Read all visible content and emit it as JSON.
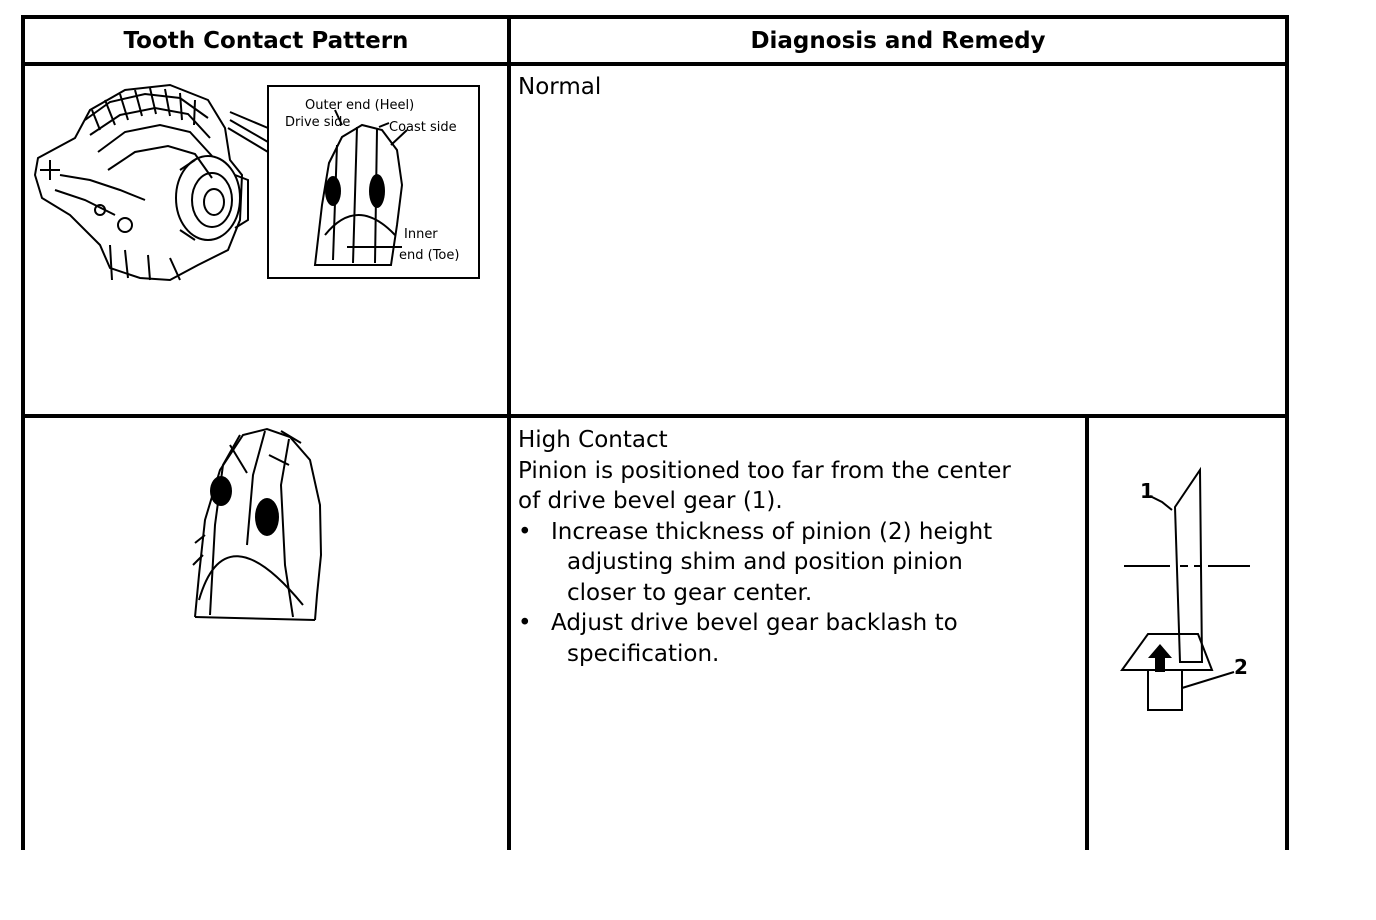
{
  "table": {
    "headers": [
      "Tooth Contact Pattern",
      "Diagnosis and Remedy"
    ],
    "rows": [
      {
        "diagnosis": "Normal",
        "illustration_labels": {
          "outer_end": "Outer end (Heel)",
          "drive_side": "Drive side",
          "coast_side": "Coast side",
          "inner": "Inner",
          "end_toe": "end (Toe)"
        }
      },
      {
        "diagnosis": "High Contact",
        "explanation_line1": "Pinion is positioned too far from the center",
        "explanation_line2": "of drive bevel gear (1).",
        "remedies": [
          {
            "line1": "Increase thickness of pinion (2) height",
            "line2": "adjusting shim and position pinion",
            "line3": "closer to gear center."
          },
          {
            "line1": "Adjust drive bevel gear backlash to",
            "line2": "specification."
          }
        ],
        "callouts": [
          "1",
          "2"
        ]
      }
    ]
  },
  "colors": {
    "ink": "#000000",
    "paper": "#ffffff"
  }
}
